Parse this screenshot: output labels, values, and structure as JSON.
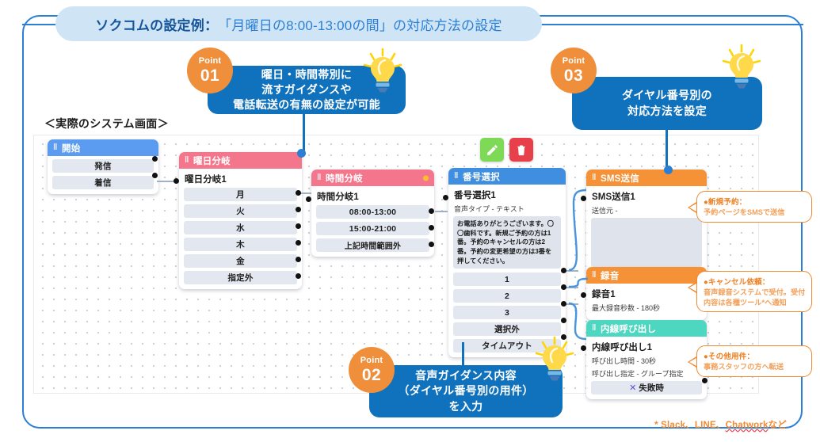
{
  "header": {
    "title_strong": "ソクコムの設定例：",
    "title_rest": "「月曜日の8:00-13:00の間」の対応方法の設定"
  },
  "screen_label": "＜実際のシステム画面＞",
  "toolbar": {
    "edit_icon": "pencil-icon",
    "delete_icon": "trash-icon"
  },
  "points": [
    {
      "badge_word": "Point",
      "badge_num": "01",
      "text": "曜日・時間帯別に\n流すガイダンスや\n電話転送の有無の設定が可能"
    },
    {
      "badge_word": "Point",
      "badge_num": "02",
      "text": "音声ガイダンス内容\n（ダイヤル番号別の用件）\nを入力"
    },
    {
      "badge_word": "Point",
      "badge_num": "03",
      "text": "ダイヤル番号別の\n対応方法を設定"
    }
  ],
  "nodes": {
    "start": {
      "header": "開始",
      "ports": [
        "発信",
        "着信"
      ]
    },
    "day_branch": {
      "header": "曜日分岐",
      "title": "曜日分岐1",
      "ports": [
        "月",
        "火",
        "水",
        "木",
        "金",
        "指定外"
      ]
    },
    "time_branch": {
      "header": "時間分岐",
      "title": "時間分岐1",
      "ports": [
        "08:00-13:00",
        "15:00-21:00",
        "上記時間範囲外"
      ]
    },
    "number_select": {
      "header": "番号選択",
      "title": "番号選択1",
      "meta": "音声タイプ - テキスト",
      "guidance": "お電話ありがとうございます。〇〇歯科です。新規ご予約の方は1番。予約のキャンセルの方は2番。予約の変更希望の方は3番を押してください。",
      "ports": [
        "1",
        "2",
        "3",
        "選択外",
        "タイムアウト"
      ]
    },
    "sms": {
      "header": "SMS送信",
      "title": "SMS送信1",
      "meta": "送信元 -"
    },
    "recording": {
      "header": "録音",
      "title": "録音1",
      "meta": "最大録音秒数 - 180秒"
    },
    "extension": {
      "header": "内線呼び出し",
      "title": "内線呼び出し1",
      "meta1": "呼び出し時間 - 30秒",
      "meta2": "呼び出し指定 - グループ指定",
      "fail_label": "失敗時",
      "fail_icon": "x-mark-icon"
    }
  },
  "annotations": [
    {
      "title": "●新規予約：",
      "body": "予約ページをSMSで送信"
    },
    {
      "title": "●キャンセル依頼：",
      "body": "音声録音システムで受付。受付内容は各種ツール*へ通知"
    },
    {
      "title": "●その他用件：",
      "body": "事務スタッフの方へ転送"
    }
  ],
  "footnote": {
    "prefix": "* Slack、LINE、",
    "wavy": "Chatwork",
    "suffix": "など"
  },
  "colors": {
    "frame_blue": "#2a7fd4",
    "title_pill": "#cfe5f6",
    "point_blue": "#1072bd",
    "point_orange": "#ef8f3c",
    "node_pink": "#f4768c",
    "node_blue": "#5b9bf0",
    "node_orange": "#f59137",
    "node_teal": "#4dd6c0",
    "anno_orange": "#f08a33"
  }
}
